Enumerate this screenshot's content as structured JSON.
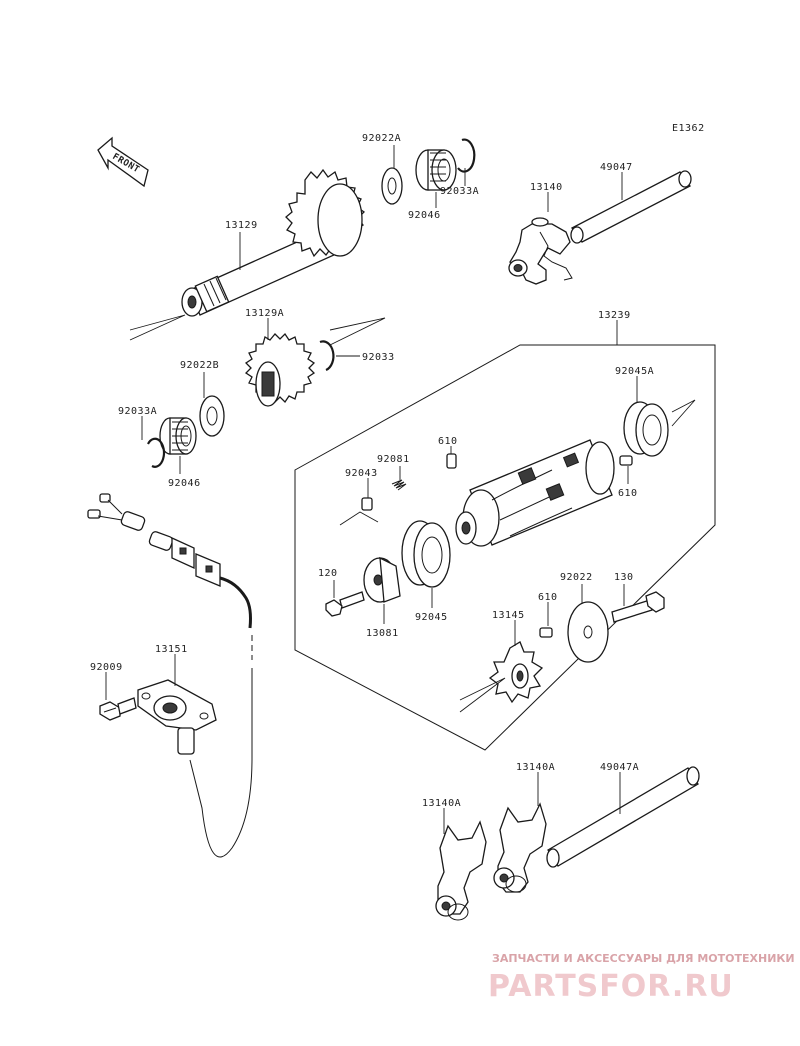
{
  "diagram_code": "E1362",
  "front_label": "FRONT",
  "labels": {
    "p92022A": "92022A",
    "p92033A_top": "92033A",
    "p92046_top": "92046",
    "p13129": "13129",
    "p13140": "13140",
    "p49047": "49047",
    "p13129A": "13129A",
    "p92033": "92033",
    "p92022B": "92022B",
    "p92033A_left": "92033A",
    "p92046_left": "92046",
    "p13239": "13239",
    "p92045A": "92045A",
    "p610_a": "610",
    "p610_b": "610",
    "p92081": "92081",
    "p92043": "92043",
    "p120": "120",
    "p13081": "13081",
    "p92045": "92045",
    "p92022": "92022",
    "p130": "130",
    "p610_c": "610",
    "p13145": "13145",
    "p92009": "92009",
    "p13151": "13151",
    "p13140A_right": "13140A",
    "p49047A": "49047A",
    "p13140A_left": "13140A"
  },
  "watermark": {
    "tagline": "ЗАПЧАСТИ И АКСЕССУАРЫ ДЛЯ МОТОТЕХНИКИ",
    "brand": "PARTSFOR.RU",
    "color": "#e8b9be"
  }
}
